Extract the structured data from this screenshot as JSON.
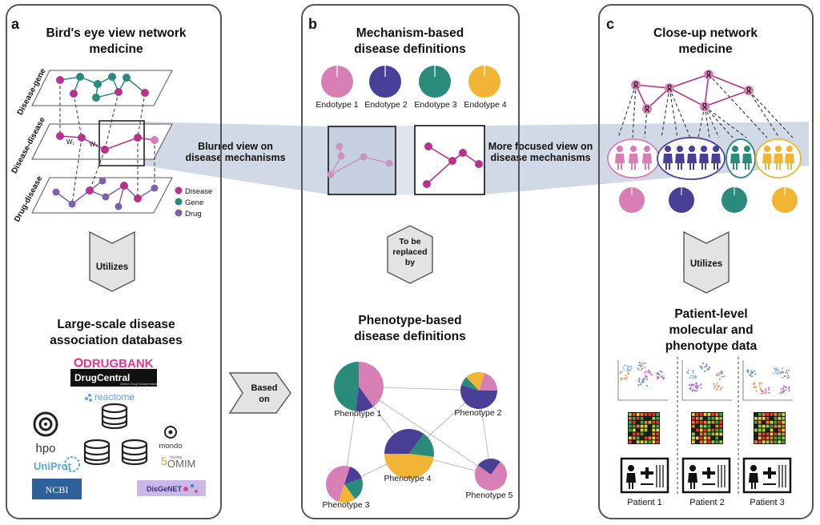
{
  "panels": {
    "a": {
      "letter": "a",
      "title_line1": "Bird's eye view network",
      "title_line2": "medicine",
      "layers": [
        "Disease-gene",
        "Disease-disease",
        "Drug-disease"
      ],
      "weights": [
        "W₁",
        "W₂"
      ],
      "legend": [
        "Disease",
        "Gene",
        "Drug"
      ],
      "arrow_label": "Utilizes",
      "db_title_line1": "Large-scale disease",
      "db_title_line2": "association databases",
      "logos": {
        "drugbank": "DRUGBANK",
        "drugcentral": "DrugCentral",
        "drugcentral_sub": "Online Drug Compendium",
        "reactome": "reactome",
        "hpo": "hpo",
        "uniprot": "UniProt",
        "ncbi": "NCBI",
        "mondo": "mondo",
        "omim_years": "YEARS",
        "omim": "OMIM",
        "disgenet": "DisGeNET"
      }
    },
    "b": {
      "letter": "b",
      "title_line1": "Mechanism-based",
      "title_line2": "disease definitions",
      "endotypes": [
        "Endotype 1",
        "Endotype 2",
        "Endotype 3",
        "Endotype 4"
      ],
      "replace_line1": "To be",
      "replace_line2": "replaced",
      "replace_line3": "by",
      "pheno_title_line1": "Phenotype-based",
      "pheno_title_line2": "disease definitions",
      "phenotypes": [
        "Phenotype 1",
        "Phenotype 2",
        "Phenotype 3",
        "Phenotype 4",
        "Phenotype 5"
      ]
    },
    "c": {
      "letter": "c",
      "title_line1": "Close-up network",
      "title_line2": "medicine",
      "arrow_label": "Utilizes",
      "data_title_line1": "Patient-level",
      "data_title_line2": "molecular  and",
      "data_title_line3": "phenotype data",
      "patients": [
        "Patient 1",
        "Patient 2",
        "Patient 3"
      ]
    }
  },
  "band_left_line1": "Blurred view on",
  "band_left_line2": "disease mechanisms",
  "band_right_line1": "More focused view on",
  "band_right_line2": "disease mechanisms",
  "based_on_line1": "Based",
  "based_on_line2": "on",
  "colors": {
    "endotype1": "#d77fb5",
    "endotype2": "#4a3f97",
    "endotype3": "#2a8a7b",
    "endotype4": "#f1b434",
    "disease": "#b5338a",
    "gene": "#2a8a7b",
    "drug": "#7d62a8",
    "band": "#c5cfe0",
    "arrow": "#e3e3e3"
  },
  "pie_data": [
    {
      "name": "Phenotype 1",
      "shares": [
        0.4,
        0.12,
        0.48,
        0.0
      ]
    },
    {
      "name": "Phenotype 2",
      "shares": [
        0.2,
        0.55,
        0.08,
        0.17
      ]
    },
    {
      "name": "Phenotype 3",
      "shares": [
        0.5,
        0.15,
        0.2,
        0.15
      ]
    },
    {
      "name": "Phenotype 4",
      "shares": [
        0.0,
        0.35,
        0.17,
        0.48
      ]
    },
    {
      "name": "Phenotype 5",
      "shares": [
        0.75,
        0.25,
        0.0,
        0.0
      ]
    }
  ]
}
